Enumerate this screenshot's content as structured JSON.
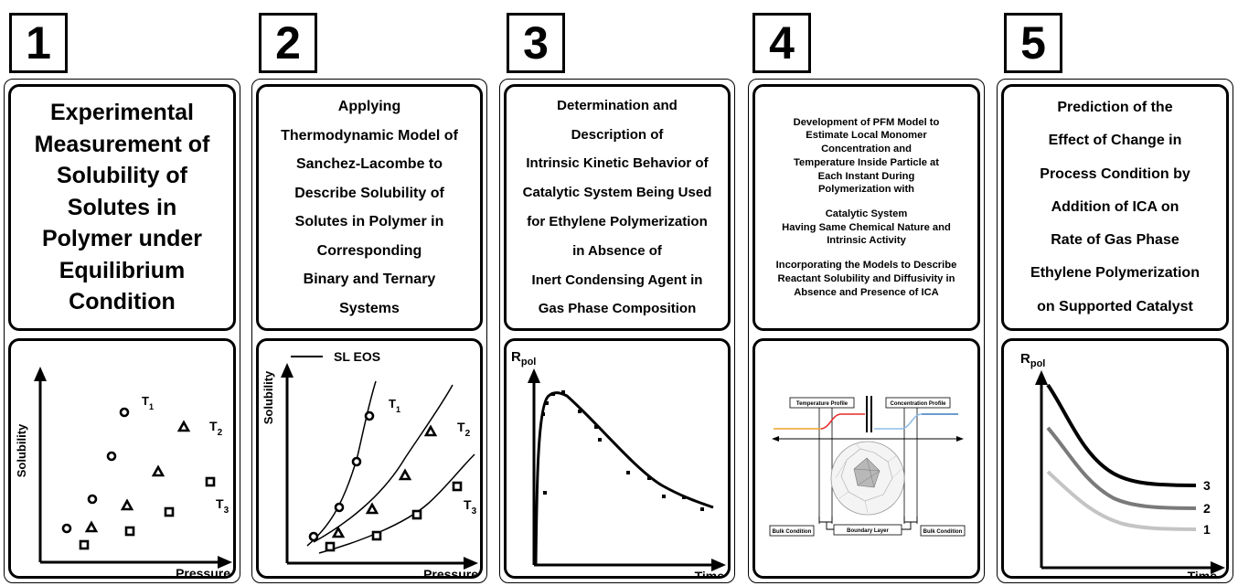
{
  "steps": [
    {
      "number": "1",
      "title_lines": [
        "Experimental",
        "Measurement of",
        "Solubility of",
        "Solutes in",
        "Polymer under",
        "Equilibrium",
        "Condition"
      ]
    },
    {
      "number": "2",
      "title_lines": [
        "Applying",
        "Thermodynamic Model of",
        "Sanchez-Lacombe to",
        "Describe Solubility of",
        "Solutes in Polymer in",
        "Corresponding",
        "Binary and Ternary",
        "Systems"
      ]
    },
    {
      "number": "3",
      "title_lines": [
        "Determination and",
        "Description of",
        "Intrinsic Kinetic Behavior of",
        "Catalytic System Being Used",
        "for Ethylene Polymerization",
        "in Absence of",
        "Inert Condensing Agent in",
        "Gas Phase Composition"
      ]
    },
    {
      "number": "4",
      "title_lines": [
        "Development of PFM Model to",
        "Estimate Local Monomer",
        "Concentration and",
        "Temperature Inside Particle at",
        "Each Instant During",
        "Polymerization with",
        "",
        "Catalytic System",
        "Having Same Chemical Nature and",
        "Intrinsic Activity",
        "",
        "Incorporating the Models to Describe",
        "Reactant Solubility and Diffusivity in",
        "Absence and Presence of ICA"
      ]
    },
    {
      "number": "5",
      "title_lines": [
        "Prediction of the",
        "Effect of Change in",
        "Process Condition by",
        "Addition of ICA on",
        "Rate of Gas Phase",
        "Ethylene Polymerization",
        "on Supported Catalyst"
      ]
    }
  ],
  "graphs": {
    "g1": {
      "ylabel": "Solubility",
      "xlabel": "Pressure",
      "t1": "T",
      "t1_sub": "1",
      "t2": "T",
      "t2_sub": "2",
      "t3": "T",
      "t3_sub": "3"
    },
    "g2": {
      "ylabel": "Solubility",
      "xlabel": "Pressure",
      "legend": "SL EOS",
      "t1": "T",
      "t1_sub": "1",
      "t2": "T",
      "t2_sub": "2",
      "t3": "T",
      "t3_sub": "3"
    },
    "g3": {
      "ylabel": "R",
      "ylabel_sub": "pol",
      "xlabel": "Time"
    },
    "g4": {
      "temperature_profile": "Temperature Profile",
      "concentration_profile": "Concentration Profile",
      "bulk_left": "Bulk Condition",
      "bulk_right": "Bulk Condition",
      "boundary": "Boundary Layer"
    },
    "g5": {
      "ylabel": "R",
      "ylabel_sub": "pol",
      "xlabel": "Time",
      "curves": [
        "3",
        "2",
        "1"
      ]
    }
  }
}
